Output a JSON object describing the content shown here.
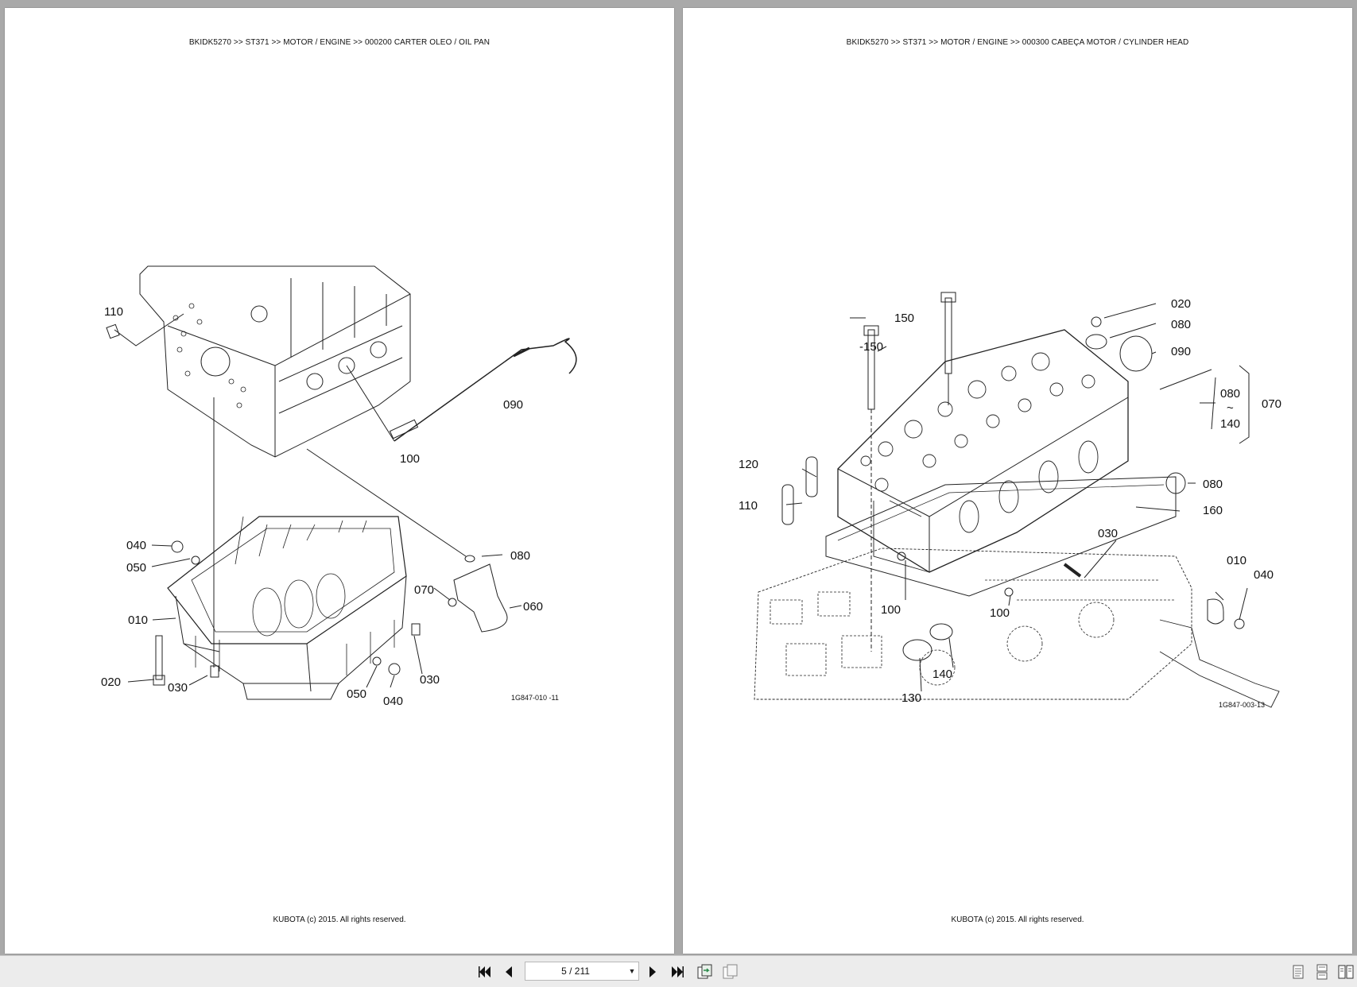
{
  "document": {
    "left_page": {
      "header": "BKIDK5270 >> ST371 >> MOTOR / ENGINE >> 000200   CARTER OLEO / OIL PAN",
      "footer": "KUBOTA (c) 2015. All rights reserved.",
      "figure_code": "1G847-010  -11",
      "callouts": [
        "110",
        "090",
        "100",
        "080",
        "040",
        "050",
        "070",
        "060",
        "010",
        "020",
        "030",
        "030",
        "050",
        "040"
      ]
    },
    "right_page": {
      "header": "BKIDK5270 >> ST371 >> MOTOR / ENGINE >> 000300   CABEÇA MOTOR / CYLINDER HEAD",
      "footer": "KUBOTA (c) 2015. All rights reserved.",
      "figure_code": "1G847-003-13",
      "callouts": [
        "150",
        "-150",
        "020",
        "080",
        "090",
        "080",
        "~",
        "140",
        "070",
        "120",
        "110",
        "080",
        "160",
        "030",
        "010",
        "040",
        "100",
        "100",
        "140",
        "130"
      ]
    }
  },
  "toolbar": {
    "page_indicator": "5 / 211",
    "buttons": [
      "first-page",
      "previous-page",
      "next-page",
      "last-page",
      "rotate-view",
      "fit-page",
      "single-page-view",
      "continuous-view",
      "two-page-view"
    ]
  }
}
